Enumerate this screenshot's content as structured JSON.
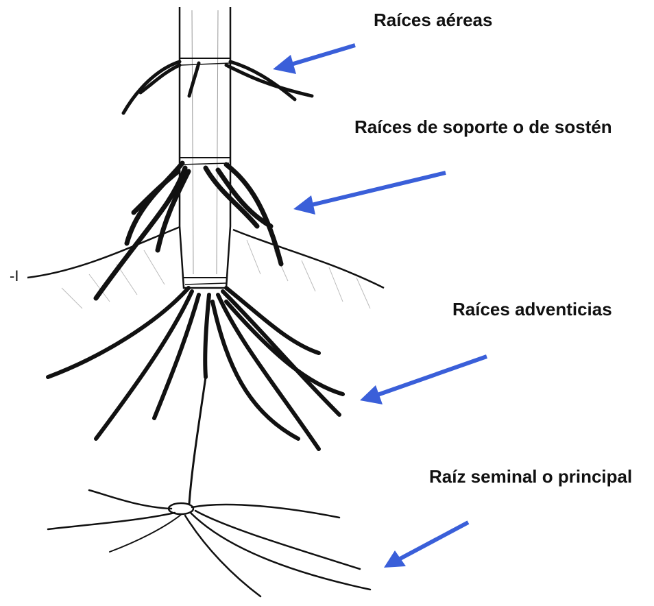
{
  "labels": {
    "aereas": "Raíces aéreas",
    "soporte": "Raíces de soporte o de sostén",
    "adventicias": "Raíces adventicias",
    "seminal": "Raíz seminal o principal"
  },
  "colors": {
    "arrow": "#3a5fd9",
    "ink": "#111111"
  },
  "ground_marker": "-I"
}
